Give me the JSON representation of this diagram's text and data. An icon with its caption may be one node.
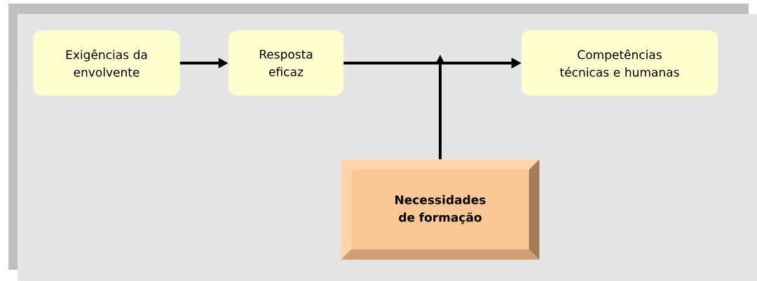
{
  "diagram": {
    "nodes": [
      {
        "text": [
          "Exigências da envolvente"
        ]
      },
      {
        "text": [
          "Resposta eficaz"
        ]
      },
      {
        "text": [
          "Competências técnicas e humanas"
        ]
      },
      {
        "text": [
          "Necessidades de formação"
        ]
      }
    ],
    "edges": [
      {
        "from": 0,
        "to": 1,
        "arrow": "to"
      },
      {
        "from": 1,
        "to": 2,
        "arrow": "to"
      },
      {
        "from": 3,
        "to": 2,
        "arrow": "to"
      }
    ]
  }
}
